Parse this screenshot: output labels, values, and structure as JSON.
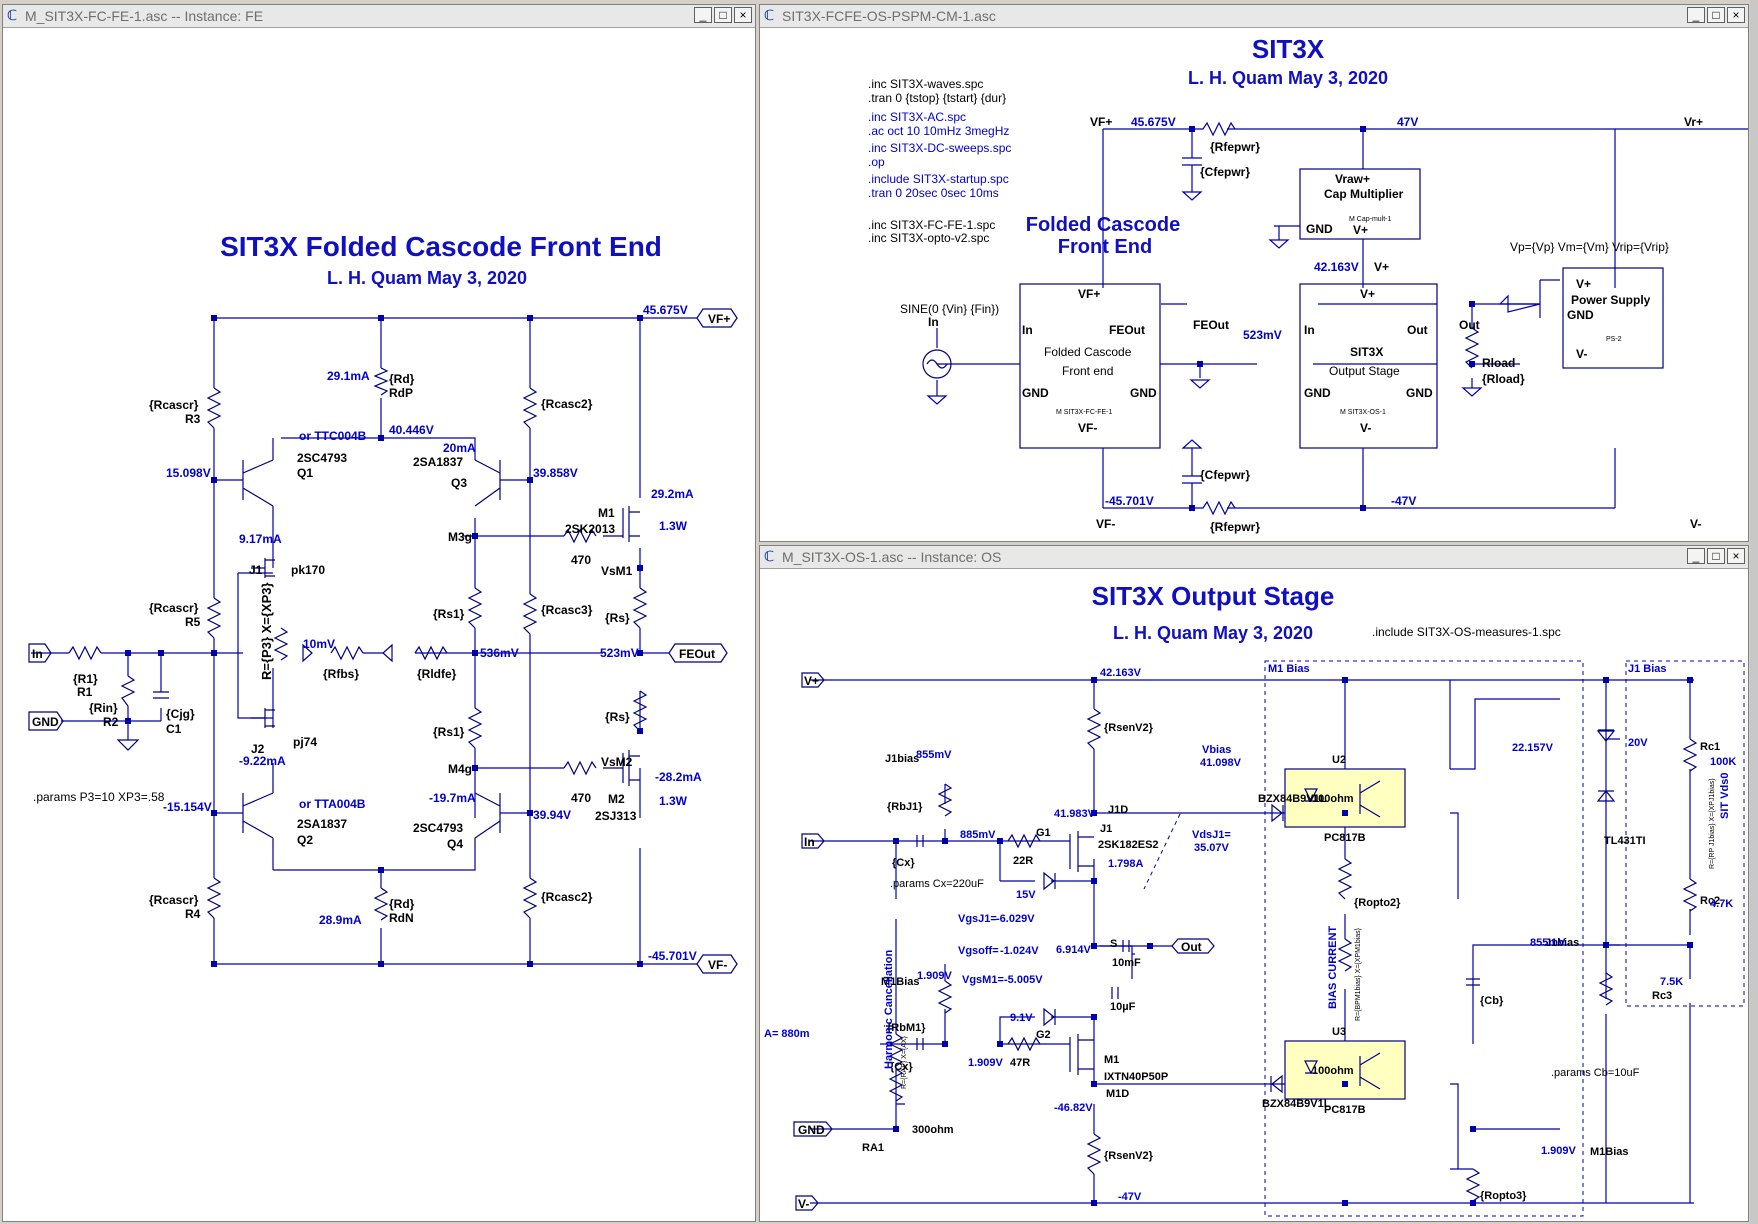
{
  "colors": {
    "wire": "#0000aa",
    "label_blue": "#0000cc",
    "title_blue": "#1010c0",
    "optocoupler": "#ffffc0",
    "window_bg": "#ffffff"
  },
  "buttons": {
    "minimize": "_",
    "maximize": "□",
    "close": "×"
  },
  "left": {
    "window_title": "M_SIT3X-FC-FE-1.asc -- Instance: FE",
    "title": "SIT3X Folded Cascode Front End",
    "subtitle": "L. H. Quam   May 3, 2020",
    "params": ".params P3=10 XP3=.58",
    "ports": {
      "in": "In",
      "gnd": "GND",
      "vfp": "VF+",
      "vfm": "VF-",
      "feout": "FEOut"
    },
    "values": {
      "vfp": "45.675V",
      "vfm": "-45.701V",
      "v40": "40.446V",
      "v15": "15.098V",
      "vm15": "-15.154V",
      "v39858": "39.858V",
      "v3994": "39.94V",
      "v536": "536mV",
      "v523": "523mV",
      "i291": "29.1mA",
      "i289": "28.9mA",
      "i20": "20mA",
      "i197": "-19.7mA",
      "i917": "9.17mA",
      "i922": "-9.22mA",
      "v10": "10mV",
      "i292": "29.2mA",
      "w1": "1.3W",
      "i282": "-28.2mA",
      "w2": "1.3W"
    },
    "labels": {
      "rcascr": "{Rcascr}",
      "r3": "R3",
      "r5": "R5",
      "r4": "R4",
      "rd": "{Rd}",
      "rdp": "RdP",
      "rdn": "RdN",
      "rcasc2": "{Rcasc2}",
      "rcasc3": "{Rcasc3}",
      "orttc": "or TTC004B",
      "ortta": "or TTA004B",
      "q1a": "2SC4793",
      "q1b": "Q1",
      "q3a": "2SA1837",
      "q3b": "Q3",
      "q2a": "2SA1837",
      "q2b": "Q2",
      "q4a": "2SC4793",
      "q4b": "Q4",
      "j1": "J1",
      "pk170": "pk170",
      "j2": "J2",
      "pj74": "pj74",
      "rpot": "R={P3} X={XP3}",
      "rfbs": "{Rfbs}",
      "rldfe": "{Rldfe}",
      "rs1": "{Rs1}",
      "rs": "{Rs}",
      "m3g": "M3g",
      "m4g": "M4g",
      "m1": "M1",
      "m1p": "2SK2013",
      "m2": "M2",
      "m2p": "2SJ313",
      "r470": "470",
      "vsm1": "VsM1",
      "vsm2": "VsM2",
      "r1": "{R1}",
      "r1n": "R1",
      "rin": "{Rin}",
      "r2": "R2",
      "cjg": "{Cjg}",
      "c1": "C1"
    }
  },
  "top": {
    "window_title": "SIT3X-FCFE-OS-PSPM-CM-1.asc",
    "title": "SIT3X",
    "subtitle": "L. H. Quam   May 3, 2020",
    "directives": [
      ".inc SIT3X-waves.spc",
      ".tran 0 {tstop} {tstart} {dur}",
      ".inc SIT3X-AC.spc",
      ".ac oct 10 10mHz 3megHz",
      ".inc SIT3X-DC-sweeps.spc",
      ".op",
      ".include SIT3X-startup.spc",
      ".tran 0 20sec 0sec 10ms",
      ".inc SIT3X-FC-FE-1.spc",
      ".inc SIT3X-opto-v2.spc"
    ],
    "fe_title": [
      "Folded Cascode",
      "Front End"
    ],
    "labels": {
      "vfp": "VF+",
      "vfm": "VF-",
      "vrp": "Vr+",
      "vm": "V-",
      "v45675": "45.675V",
      "v47": "47V",
      "vm47": "-47V",
      "vm45": "-45.701V",
      "v42163": "42.163V",
      "vplus": "V+",
      "rfepwr": "{Rfepwr}",
      "cfepwr": "{Cfepwr}",
      "capmul_a": "Vraw+",
      "capmul_b": "Cap Multiplier",
      "capmul_m": "M  Cap-mult-1",
      "gnd": "GND",
      "params": "Vp={Vp} Vm={Vm} Vrip={Vrip}",
      "ps": "Power Supply",
      "ps_m": "PS-2",
      "sine": "SINE(0 {Vin} {Fin})",
      "in": "In",
      "feout": "FEOut",
      "out": "Out",
      "v523": "523mV",
      "fcfe_a": "Folded Cascode",
      "fcfe_b": "Front end",
      "fcfe_m": "M  SIT3X-FC-FE-1",
      "os_a": "SIT3X",
      "os_b": "Output Stage",
      "os_m": "M  SIT3X-OS-1",
      "rload": "Rload",
      "rloadv": "{Rload}"
    }
  },
  "bottom": {
    "window_title": "M_SIT3X-OS-1.asc -- Instance: OS",
    "title": "SIT3X Output Stage",
    "subtitle": "L. H. Quam   May 3, 2020",
    "include": ".include SIT3X-OS-measures-1.spc",
    "labels": {
      "vp": "V+",
      "vm": "V-",
      "in": "In",
      "gnd": "GND",
      "out": "Out",
      "m1bias_box": "M1 Bias",
      "j1bias_box": "J1 Bias",
      "v42163": "42.163V",
      "v22157": "22.157V",
      "v20": "20V",
      "rc1": "Rc1",
      "r100k": "100K",
      "rc2": "Rc2",
      "r47k": "4.7K",
      "rc3": "Rc3",
      "r75k": "7.5K",
      "sitvds": "SIT Vds0",
      "tl431": "TL431TI",
      "u2": "U2",
      "u3": "U3",
      "pc817a": "PC817B",
      "pc817b": "PC817B",
      "bzx1": "BZX84B9V1L",
      "bzx2": "BZX84B9V1L",
      "r100a": "100ohm",
      "r100b": "100ohm",
      "rsenv2a": "{RsenV2}",
      "rsenv2b": "{RsenV2}",
      "j1bias": "J1bias",
      "v855": "855mV",
      "rbj1": "{RbJ1}",
      "cx1": "{Cx}",
      "cx2": "{Cx}",
      "cxp": ".params Cx=220uF",
      "v885": "885mV",
      "r22": "22R",
      "g1": "G1",
      "v15": "15V",
      "v41983": "41.983V",
      "j1d": "J1D",
      "j1": "J1",
      "j1p": "2SK182ES2",
      "a1798": "1.798A",
      "vbias": "Vbias",
      "v41098": "41.098V",
      "vdsj1": "VdsJ1=",
      "v3507": "35.07V",
      "vgsj1": "VgsJ1=",
      "v6029": "-6.029V",
      "vgsoff": "Vgsoff=",
      "v1024": "-1.024V",
      "vgsm1": "VgsM1=",
      "v5005": "-5.005V",
      "v6914": "6.914V",
      "s": "S",
      "c10m": "10mF",
      "c10u": "10µF",
      "m1bias": "M1Bias",
      "v1909a": "1.909V",
      "rbm1": "{RbM1}",
      "v91": "9.1V",
      "v1909b": "1.909V",
      "r47": "47R",
      "g2": "G2",
      "m1": "M1",
      "m1p": "IXTN40P50P",
      "v4682": "-46.82V",
      "m1d": "M1D",
      "harm": "Harmonic Cancellation",
      "rpotha": "R={RAP} X={AX}",
      "a880": "A=  880m",
      "ra1": "RA1",
      "r300": "300ohm",
      "ropto2": "{Ropto2}",
      "biascur": "BIAS CURRENT",
      "rpotbc": "R={BPM1bias} X={XPM1bias}",
      "v855b": "855mV",
      "j1biasb": "J1bias",
      "cb": "{Cb}",
      "cbp": ".params Cb=10uF",
      "v1909c": "1.909V",
      "m1biasb": "M1Bias",
      "ropto3": "{Ropto3}",
      "vm47": "-47V",
      "rpotrc": "R={RP J1bias} X={XPJ1bias}"
    }
  }
}
